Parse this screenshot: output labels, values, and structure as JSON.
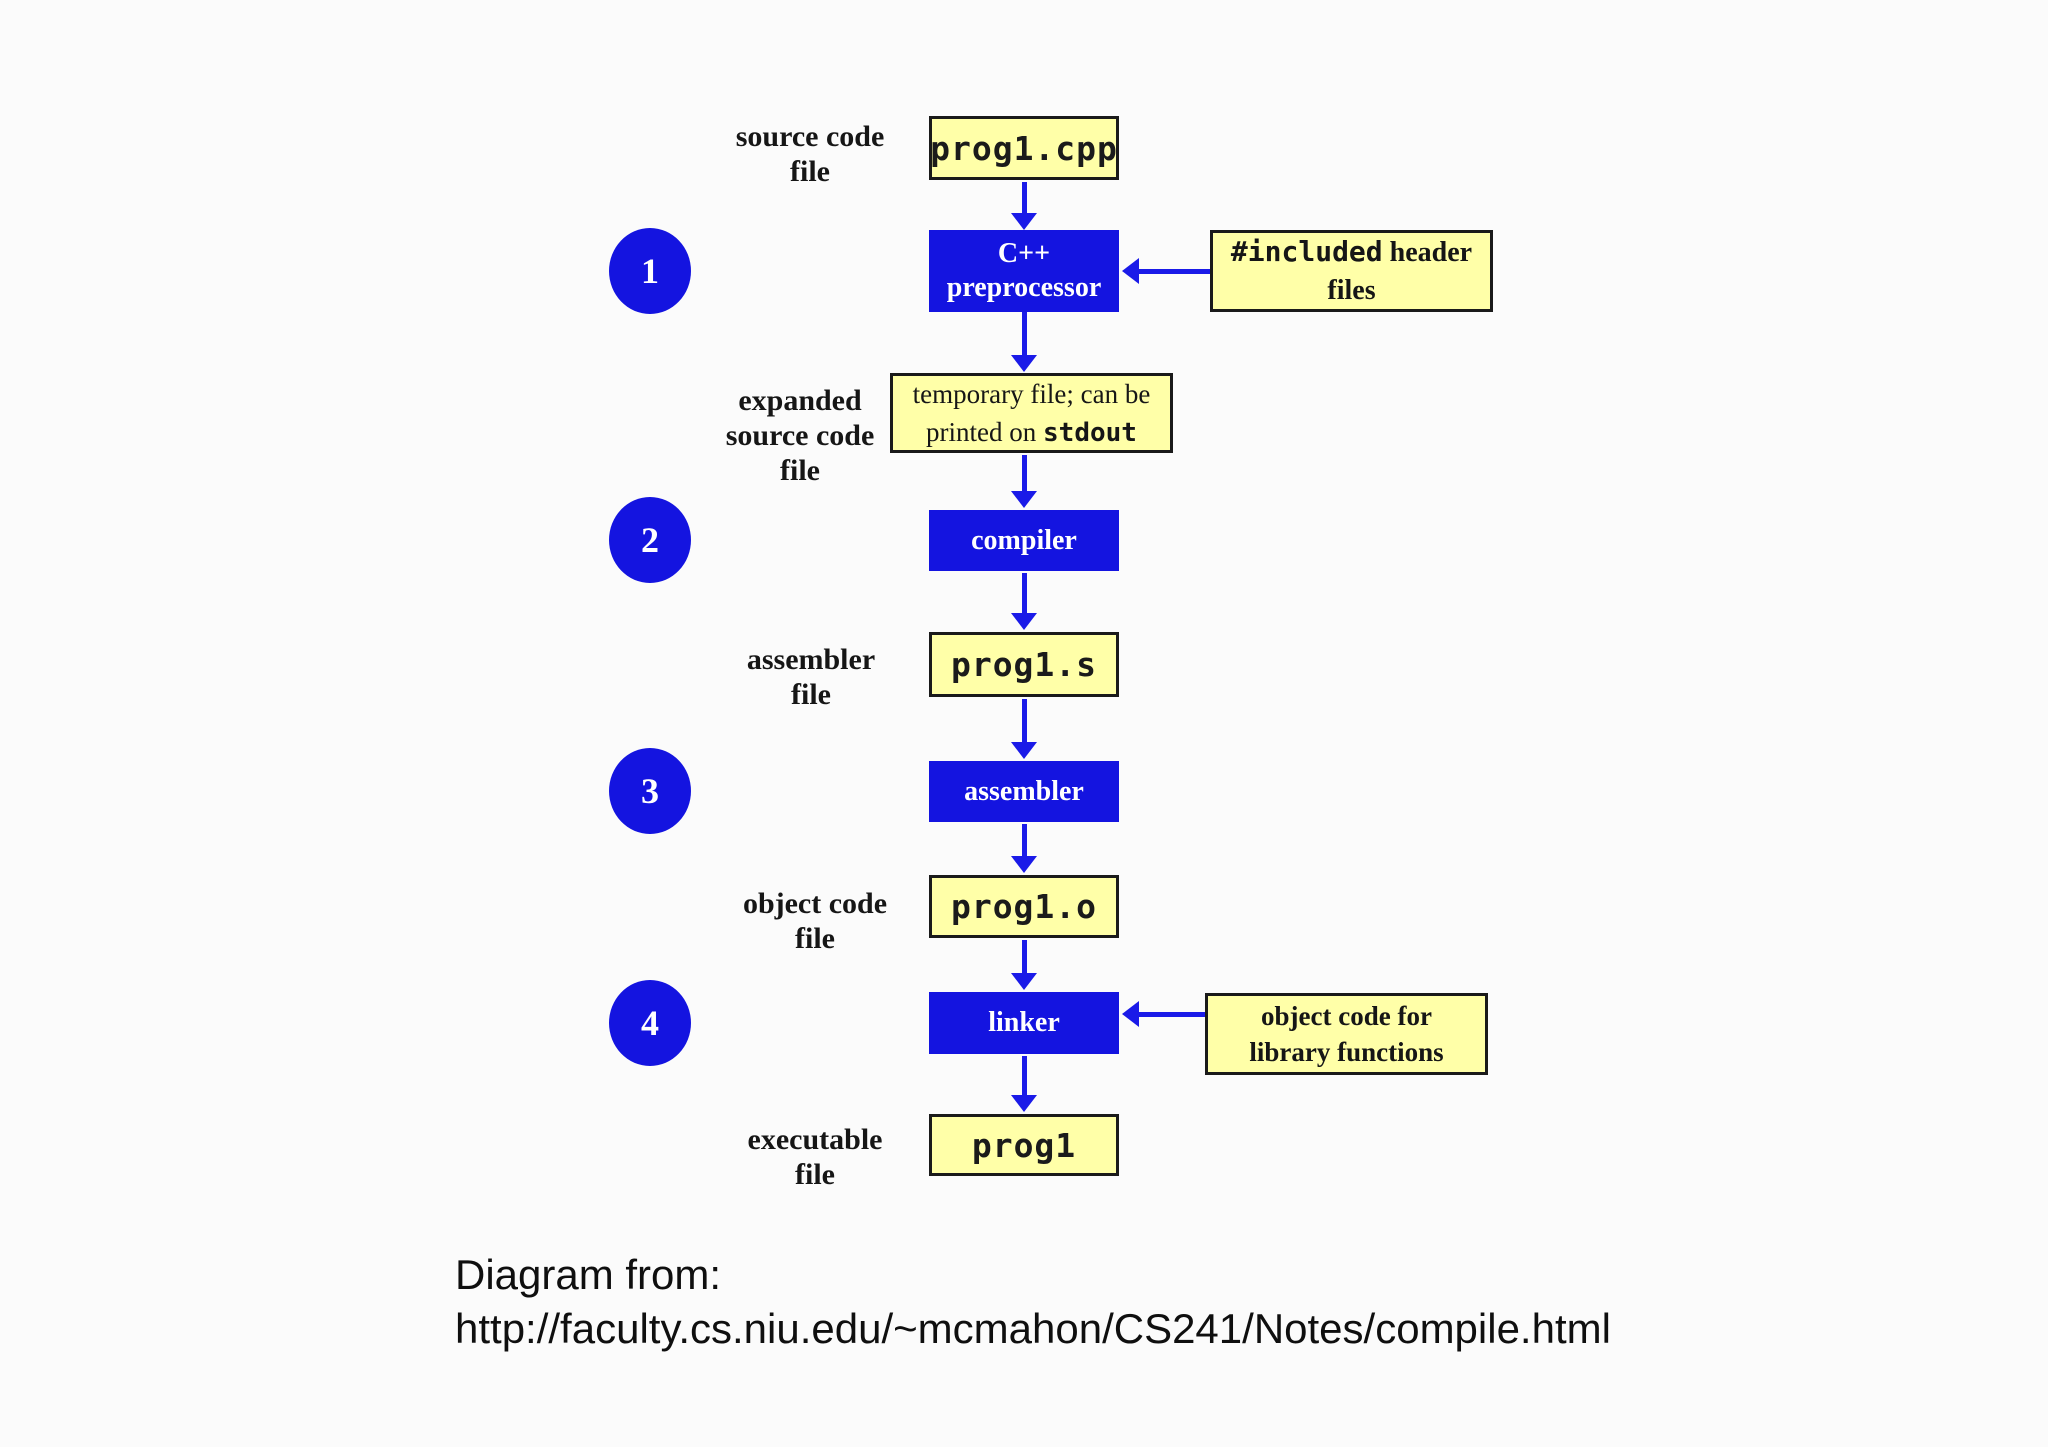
{
  "colors": {
    "process_blue": "#1414e0",
    "file_yellow": "#ffffa8",
    "arrow_blue": "#1a1ae8",
    "border_black": "#1a1a1a"
  },
  "steps": {
    "one": "1",
    "two": "2",
    "three": "3",
    "four": "4"
  },
  "side_labels": {
    "source_code_file": {
      "line1": "source code",
      "line2": "file"
    },
    "expanded_source": {
      "line1": "expanded",
      "line2": "source code",
      "line3": "file"
    },
    "assembler_file": {
      "line1": "assembler",
      "line2": "file"
    },
    "object_code_file": {
      "line1": "object code",
      "line2": "file"
    },
    "executable_file": {
      "line1": "executable",
      "line2": "file"
    }
  },
  "nodes": {
    "source_file": {
      "label": "prog1.cpp"
    },
    "preprocessor": {
      "line1": "C++",
      "line2": "preprocessor"
    },
    "included_headers": {
      "line1_mono": "#included",
      "line1_rest": " header",
      "line2": "files"
    },
    "temporary_file": {
      "line1": "temporary file; can be",
      "line2_text": "printed on ",
      "line2_mono": "stdout"
    },
    "compiler": {
      "label": "compiler"
    },
    "assembler_output": {
      "label": "prog1.s"
    },
    "assembler": {
      "label": "assembler"
    },
    "object_file": {
      "label": "prog1.o"
    },
    "linker": {
      "label": "linker"
    },
    "library_code": {
      "line1": "object code for",
      "line2": "library functions"
    },
    "executable": {
      "label": "prog1"
    }
  },
  "caption": {
    "line1": "Diagram from:",
    "line2": "http://faculty.cs.niu.edu/~mcmahon/CS241/Notes/compile.html"
  }
}
